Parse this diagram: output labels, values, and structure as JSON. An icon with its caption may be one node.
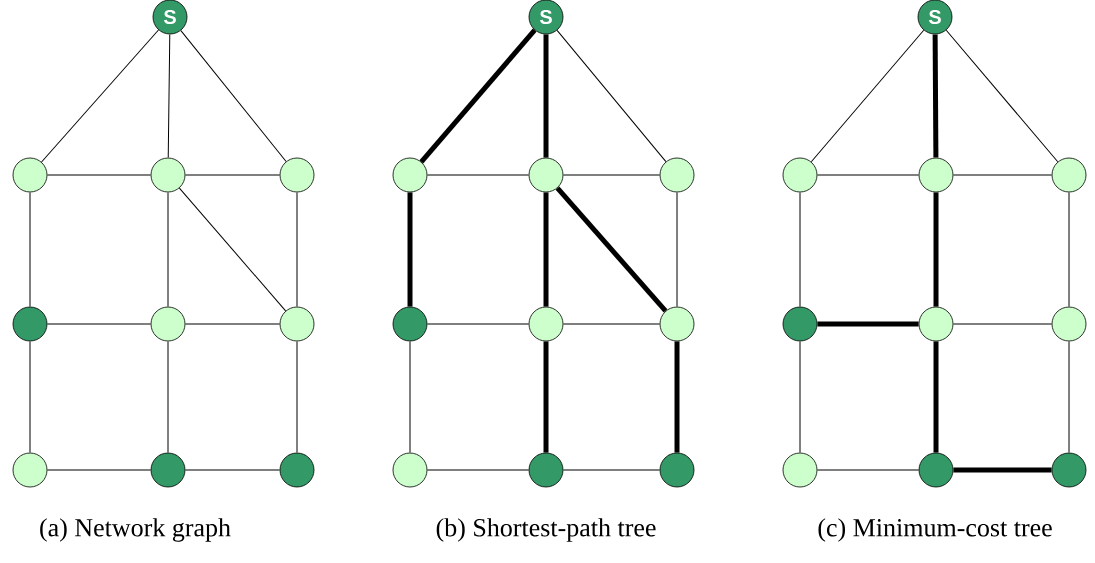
{
  "diagram": {
    "nodes": [
      {
        "text": [
          "S"
        ]
      },
      {
        "text": [],
        "shape": "circle"
      },
      {
        "text": [],
        "shape": "circle"
      },
      {
        "text": [],
        "shape": "circle"
      },
      {
        "text": [],
        "shape": "circle"
      },
      {
        "text": [],
        "shape": "circle"
      },
      {
        "text": [],
        "shape": "circle"
      },
      {
        "text": [],
        "shape": "circle"
      },
      {
        "text": [],
        "shape": "circle"
      },
      {
        "text": [],
        "shape": "circle"
      },
      {
        "text": [
          "S"
        ]
      },
      {
        "text": [],
        "shape": "circle"
      },
      {
        "text": [],
        "shape": "circle"
      },
      {
        "text": [],
        "shape": "circle"
      },
      {
        "text": [],
        "shape": "circle"
      },
      {
        "text": [],
        "shape": "circle"
      },
      {
        "text": [],
        "shape": "circle"
      },
      {
        "text": [],
        "shape": "circle"
      },
      {
        "text": [],
        "shape": "circle"
      },
      {
        "text": [],
        "shape": "circle"
      },
      {
        "text": [
          "S"
        ]
      },
      {
        "text": [],
        "shape": "circle"
      },
      {
        "text": [],
        "shape": "circle"
      },
      {
        "text": [],
        "shape": "circle"
      },
      {
        "text": [],
        "shape": "circle"
      },
      {
        "text": [],
        "shape": "circle"
      },
      {
        "text": [],
        "shape": "circle"
      },
      {
        "text": [],
        "shape": "circle"
      },
      {
        "text": [],
        "shape": "circle"
      },
      {
        "text": [],
        "shape": "circle"
      }
    ],
    "edges": [
      {
        "from": 0,
        "to": 1,
        "arrow": "none"
      },
      {
        "from": 0,
        "to": 2,
        "arrow": "none"
      },
      {
        "from": 0,
        "to": 3,
        "arrow": "none"
      },
      {
        "from": 1,
        "to": 2,
        "arrow": "none"
      },
      {
        "from": 2,
        "to": 3,
        "arrow": "none"
      },
      {
        "from": 2,
        "to": 6,
        "arrow": "none"
      },
      {
        "from": 1,
        "to": 4,
        "arrow": "none"
      },
      {
        "from": 2,
        "to": 5,
        "arrow": "none"
      },
      {
        "from": 3,
        "to": 6,
        "arrow": "none"
      },
      {
        "from": 4,
        "to": 5,
        "arrow": "none"
      },
      {
        "from": 5,
        "to": 6,
        "arrow": "none"
      },
      {
        "from": 4,
        "to": 7,
        "arrow": "none"
      },
      {
        "from": 5,
        "to": 8,
        "arrow": "none"
      },
      {
        "from": 6,
        "to": 9,
        "arrow": "none"
      },
      {
        "from": 7,
        "to": 8,
        "arrow": "none"
      },
      {
        "from": 8,
        "to": 9,
        "arrow": "none"
      },
      {
        "from": 10,
        "to": 11,
        "arrow": "none",
        "style": "thick"
      },
      {
        "from": 10,
        "to": 12,
        "arrow": "none",
        "style": "thick"
      },
      {
        "from": 10,
        "to": 13,
        "arrow": "none"
      },
      {
        "from": 11,
        "to": 12,
        "arrow": "none"
      },
      {
        "from": 12,
        "to": 13,
        "arrow": "none"
      },
      {
        "from": 12,
        "to": 16,
        "arrow": "none",
        "style": "thick"
      },
      {
        "from": 11,
        "to": 14,
        "arrow": "none",
        "style": "thick"
      },
      {
        "from": 12,
        "to": 15,
        "arrow": "none",
        "style": "thick"
      },
      {
        "from": 13,
        "to": 16,
        "arrow": "none"
      },
      {
        "from": 14,
        "to": 15,
        "arrow": "none"
      },
      {
        "from": 15,
        "to": 16,
        "arrow": "none"
      },
      {
        "from": 14,
        "to": 17,
        "arrow": "none"
      },
      {
        "from": 15,
        "to": 18,
        "arrow": "none",
        "style": "thick"
      },
      {
        "from": 16,
        "to": 19,
        "arrow": "none",
        "style": "thick"
      },
      {
        "from": 17,
        "to": 18,
        "arrow": "none"
      },
      {
        "from": 18,
        "to": 19,
        "arrow": "none"
      },
      {
        "from": 20,
        "to": 21,
        "arrow": "none"
      },
      {
        "from": 20,
        "to": 22,
        "arrow": "none",
        "style": "thick"
      },
      {
        "from": 20,
        "to": 23,
        "arrow": "none"
      },
      {
        "from": 21,
        "to": 22,
        "arrow": "none"
      },
      {
        "from": 22,
        "to": 23,
        "arrow": "none"
      },
      {
        "from": 21,
        "to": 24,
        "arrow": "none"
      },
      {
        "from": 22,
        "to": 25,
        "arrow": "none",
        "style": "thick"
      },
      {
        "from": 23,
        "to": 26,
        "arrow": "none"
      },
      {
        "from": 24,
        "to": 25,
        "arrow": "none",
        "style": "thick"
      },
      {
        "from": 25,
        "to": 26,
        "arrow": "none"
      },
      {
        "from": 24,
        "to": 27,
        "arrow": "none"
      },
      {
        "from": 25,
        "to": 28,
        "arrow": "none",
        "style": "thick"
      },
      {
        "from": 26,
        "to": 29,
        "arrow": "none"
      },
      {
        "from": 27,
        "to": 28,
        "arrow": "none"
      },
      {
        "from": 28,
        "to": 29,
        "arrow": "none",
        "style": "thick"
      }
    ],
    "labels": [
      "(a) Network graph",
      "(b) Shortest-path tree",
      "(c) Minimum-cost tree"
    ]
  }
}
